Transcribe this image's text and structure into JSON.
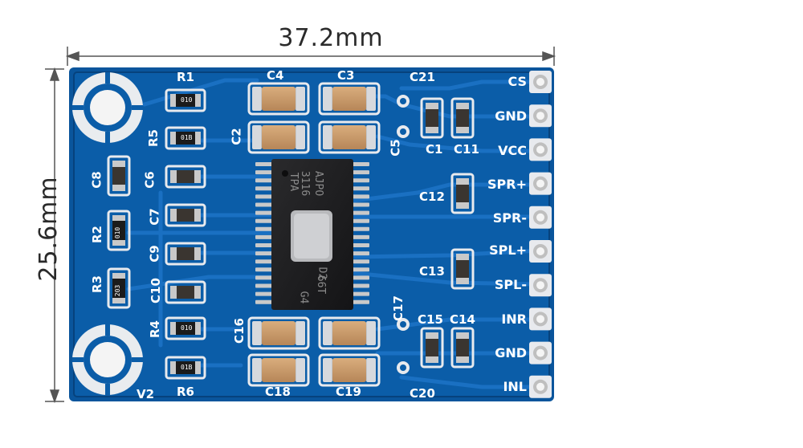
{
  "dimensions": {
    "width_label": "37.2mm",
    "height_label": "25.6mm"
  },
  "pins": [
    "CS",
    "GND",
    "VCC",
    "SPR+",
    "SPR-",
    "SPL+",
    "SPL-",
    "INR",
    "GND",
    "INL"
  ],
  "chip": {
    "line1": "TPA",
    "line2": "3116",
    "line3": "AJPO",
    "line4": "D2",
    "line5": "66T",
    "line6": "G4"
  },
  "silkscreen": {
    "r1": "R1",
    "r5": "R5",
    "c8": "C8",
    "c6": "C6",
    "c7": "C7",
    "r2": "R2",
    "c9": "C9",
    "r3": "R3",
    "c10": "C10",
    "r4": "R4",
    "r6": "R6",
    "v2": "V2",
    "c4": "C4",
    "c3": "C3",
    "c2": "C2",
    "c5": "C5",
    "c21": "C21",
    "c1": "C1",
    "c11": "C11",
    "c12": "C12",
    "c13": "C13",
    "c16": "C16",
    "c17": "C17",
    "c15": "C15",
    "c14": "C14",
    "c18": "C18",
    "c19": "C19",
    "c20": "C20"
  },
  "resistor_codes": {
    "r1": "010",
    "r5": "01B",
    "r2": "010",
    "r3": "203",
    "r4": "010",
    "r6": "01B"
  },
  "colors": {
    "pcb": "#0b5da8",
    "pcb_dark": "#06427d",
    "trace": "#1a6fc0",
    "pad": "#e8eaee",
    "cap": "#c99a6a",
    "chip": "#1c1c1e",
    "pin": "#c9c9c9"
  }
}
